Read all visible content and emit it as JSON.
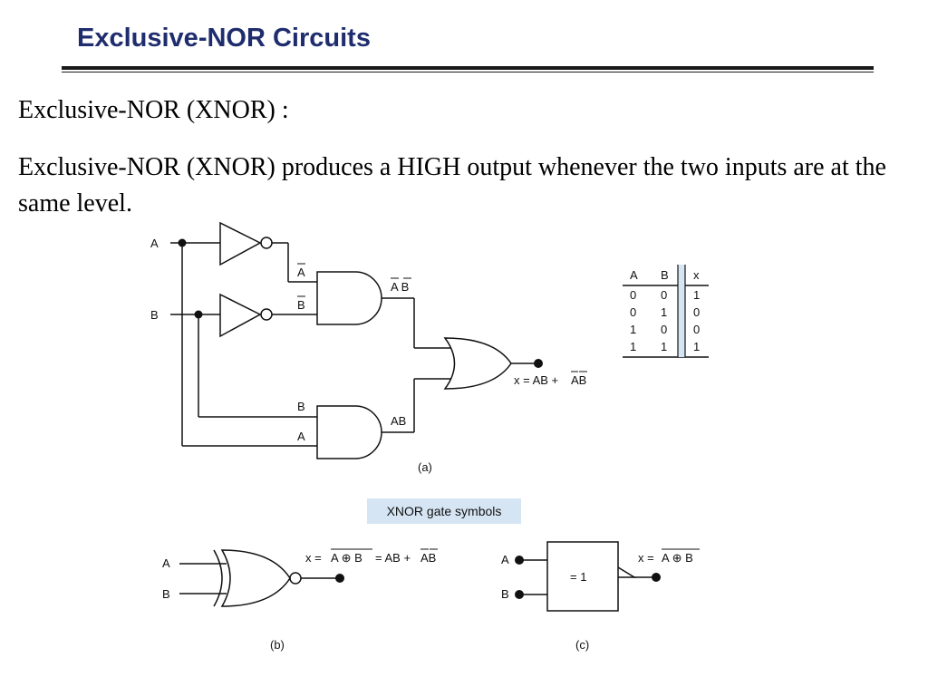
{
  "slide": {
    "title": "Exclusive-NOR Circuits",
    "heading": "Exclusive-NOR (XNOR) :",
    "description": "Exclusive-NOR (XNOR)  produces a HIGH output whenever the two inputs are at the same level."
  },
  "diagram_a": {
    "input_a": "A",
    "input_b": "B",
    "and1_in_top": "A",
    "and1_in_bottom": "B",
    "and1_out": "A B",
    "and2_in_top": "B",
    "and2_in_bottom": "A",
    "and2_out": "AB",
    "output_expr_prefix": "x = AB +",
    "output_expr_over": "AB",
    "caption": "(a)"
  },
  "truth_table": {
    "headers": [
      "A",
      "B",
      "x"
    ],
    "rows": [
      [
        "0",
        "0",
        "1"
      ],
      [
        "0",
        "1",
        "0"
      ],
      [
        "1",
        "0",
        "0"
      ],
      [
        "1",
        "1",
        "1"
      ]
    ]
  },
  "symbols_caption": "XNOR gate symbols",
  "diagram_b": {
    "input_a": "A",
    "input_b": "B",
    "expr_prefix": "x =",
    "expr_over1": "A ⊕ B",
    "expr_middle": "= AB +",
    "expr_over2": "AB",
    "caption": "(b)"
  },
  "diagram_c": {
    "input_a": "A",
    "input_b": "B",
    "box_label": "= 1",
    "expr_prefix": "x =",
    "expr_over": "A ⊕ B",
    "caption": "(c)"
  }
}
